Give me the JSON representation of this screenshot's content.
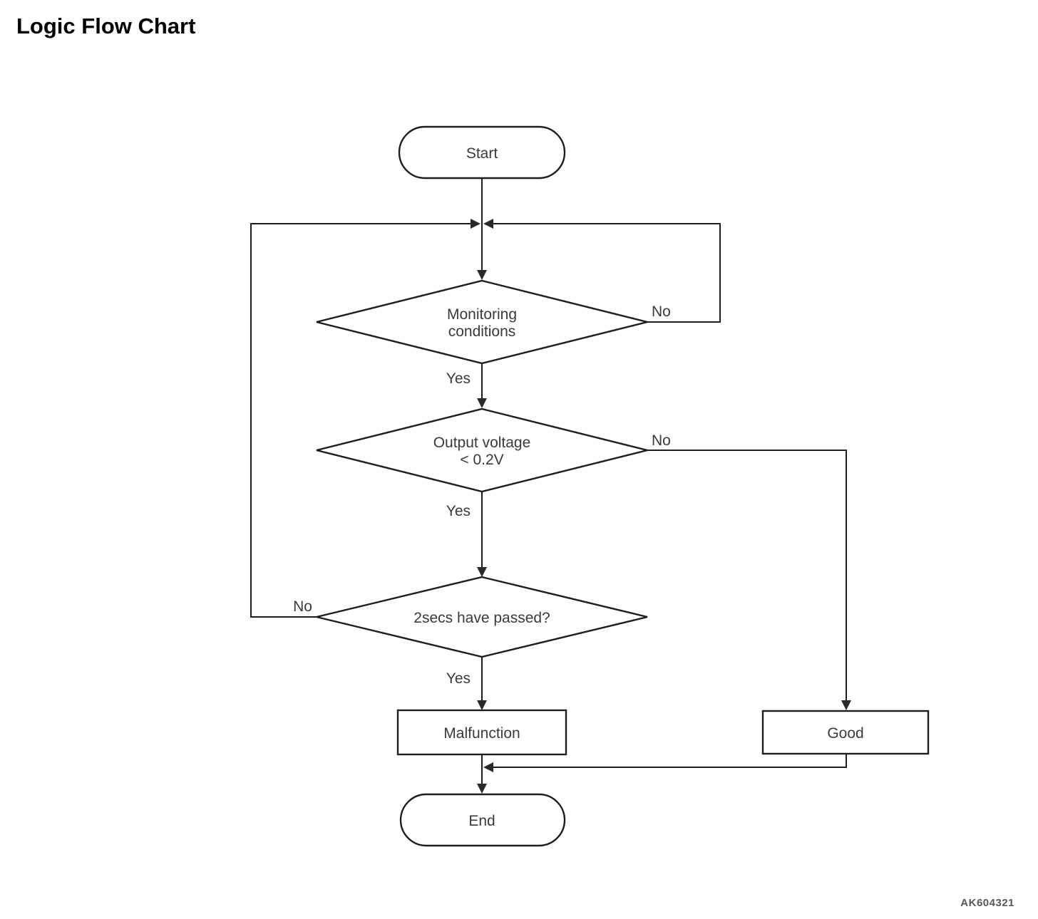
{
  "title": "Logic Flow Chart",
  "figure_code": "AK604321",
  "colors": {
    "line": "#1d1d1d",
    "shape_fill": "#ffffff",
    "text": "#3a3a3a",
    "title": "#000000",
    "code": "#585858"
  },
  "diagram": {
    "type": "flowchart",
    "nodes": {
      "start": {
        "type": "terminator",
        "label": "Start"
      },
      "decision_monitoring": {
        "type": "decision",
        "line1": "Monitoring",
        "line2": "conditions"
      },
      "decision_voltage": {
        "type": "decision",
        "line1": "Output voltage",
        "line2": "< 0.2V"
      },
      "decision_2secs": {
        "type": "decision",
        "label": "2secs have passed?"
      },
      "malfunction": {
        "type": "process",
        "label": "Malfunction"
      },
      "good": {
        "type": "process",
        "label": "Good"
      },
      "end": {
        "type": "terminator",
        "label": "End"
      }
    },
    "edges": {
      "monitoring_no": "No",
      "monitoring_yes": "Yes",
      "voltage_no": "No",
      "voltage_yes": "Yes",
      "secs_no": "No",
      "secs_yes": "Yes"
    },
    "flow_summary": "Start -> Monitoring conditions (No loops back) -> Output voltage < 0.2V (No -> Good) -> 2secs have passed? (No loops back) -> Malfunction; Malfunction and Good -> End"
  }
}
